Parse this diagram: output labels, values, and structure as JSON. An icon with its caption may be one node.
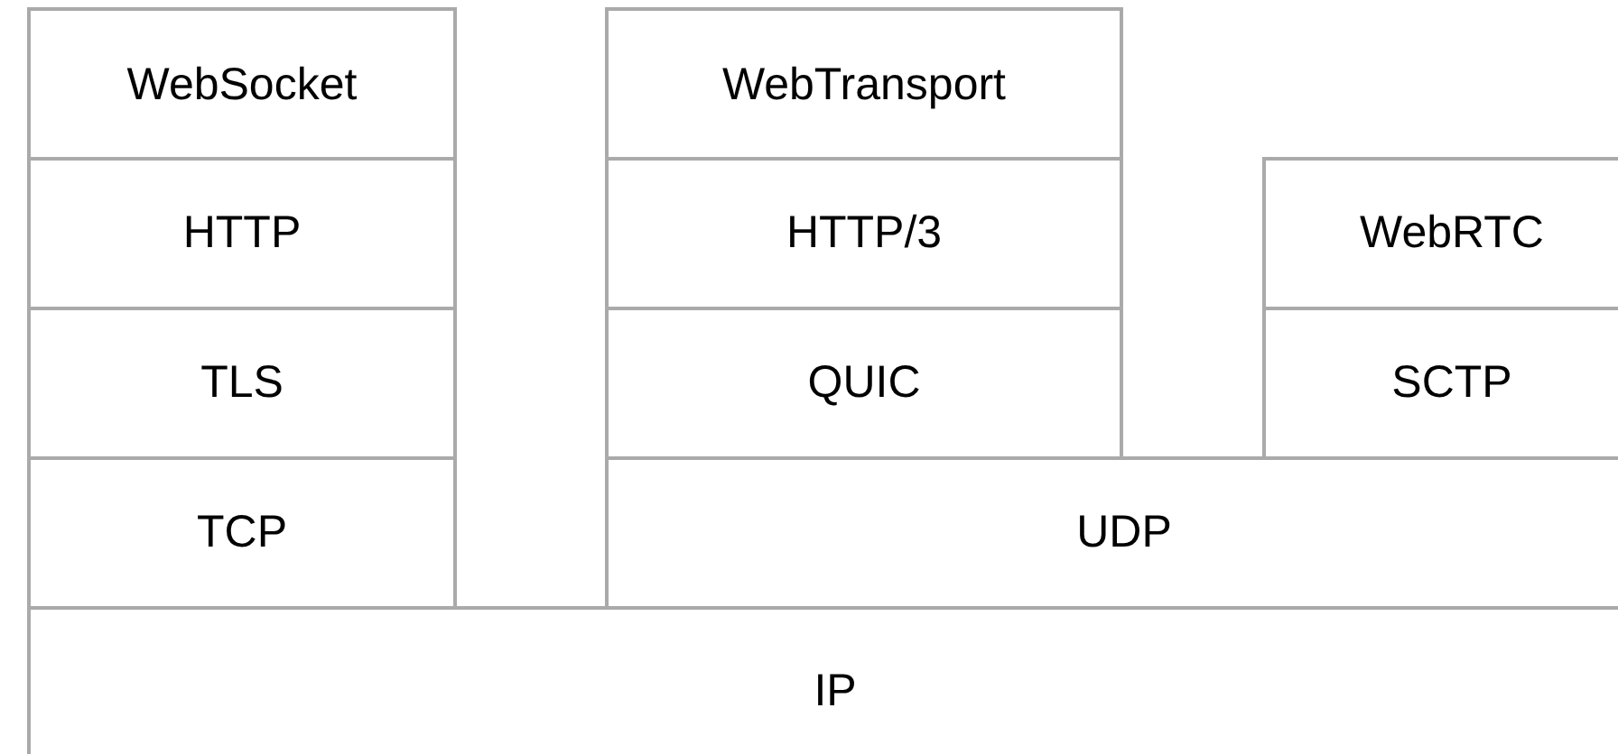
{
  "diagram": {
    "nodes": [
      {
        "text": [
          "WebSocket"
        ]
      },
      {
        "text": [
          "WebTransport"
        ]
      },
      {
        "text": [
          "HTTP"
        ]
      },
      {
        "text": [
          "HTTP/3"
        ]
      },
      {
        "text": [
          "WebRTC"
        ]
      },
      {
        "text": [
          "TLS"
        ]
      },
      {
        "text": [
          "QUIC"
        ]
      },
      {
        "text": [
          "SCTP"
        ]
      },
      {
        "text": [
          "TCP"
        ]
      },
      {
        "text": [
          "UDP"
        ]
      },
      {
        "text": [
          "IP"
        ]
      }
    ]
  }
}
